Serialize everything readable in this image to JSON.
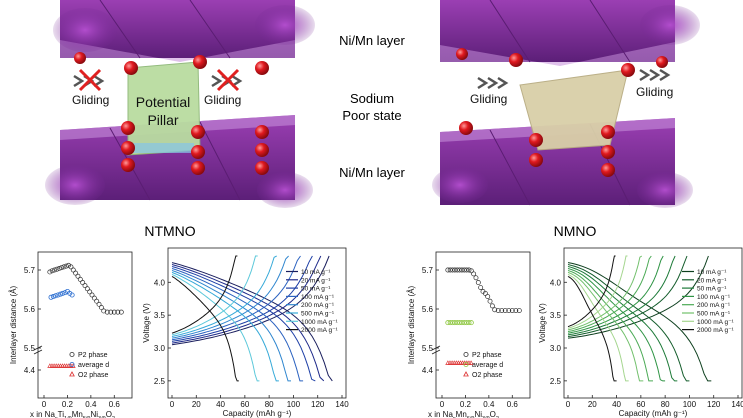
{
  "scene": {
    "layer_top": "Ni/Mn layer",
    "layer_bottom": "Ni/Mn layer",
    "state_line1": "Sodium",
    "state_line2": "Poor state",
    "gliding": "Gliding",
    "pillar_line1": "Potential",
    "pillar_line2": "Pillar",
    "colors": {
      "layer_purple": "#7a2d95",
      "oxygen_red": "#d4141b",
      "pillar_green": "#b9dca0",
      "pillar_tan": "#d9cfa8"
    }
  },
  "panels": [
    {
      "label": "NTMNO",
      "interlayer": {
        "ylabel": "Interlayer distance (Å)",
        "xlabel_parts": [
          "x in Na",
          "x",
          "Ti",
          "1/9",
          "Mn",
          "5/9",
          "Ni",
          "3/9",
          "O",
          "2"
        ],
        "legend": [
          "P2 phase",
          "average d",
          "O2 phase"
        ],
        "yticks": [
          "5.7",
          "5.6",
          "5.5",
          "4.4"
        ],
        "xticks": [
          "0",
          "0.2",
          "0.4",
          "0.6"
        ]
      },
      "voltage": {
        "ylabel": "Voltage (V)",
        "xlabel": "Capacity (mAh g⁻¹)",
        "legend": [
          "10 mA g⁻¹",
          "20 mA g⁻¹",
          "50 mA g⁻¹",
          "100 mA g⁻¹",
          "200 mA g⁻¹",
          "500 mA g⁻¹",
          "1000 mA g⁻¹",
          "2000 mA g⁻¹"
        ],
        "yticks": [
          "2.5",
          "3.0",
          "3.5",
          "4.0"
        ],
        "xticks": [
          "0",
          "20",
          "40",
          "60",
          "80",
          "100",
          "120",
          "140"
        ]
      }
    },
    {
      "label": "NMNO",
      "interlayer": {
        "ylabel": "Interlayer distance (Å)",
        "xlabel_parts": [
          "x in Na",
          "x",
          "",
          "",
          "Mn",
          "6/9",
          "Ni",
          "3/9",
          "O",
          "2"
        ],
        "legend": [
          "P2 phase",
          "average d",
          "O2 phase"
        ],
        "yticks": [
          "5.7",
          "5.6",
          "5.5",
          "4.4"
        ],
        "xticks": [
          "0",
          "0.2",
          "0.4",
          "0.6"
        ]
      },
      "voltage": {
        "ylabel": "Voltage (V)",
        "xlabel": "Capacity (mAh g⁻¹)",
        "legend": [
          "10 mA g⁻¹",
          "20 mA g⁻¹",
          "50 mA g⁻¹",
          "100 mA g⁻¹",
          "200 mA g⁻¹",
          "500 mA g⁻¹",
          "1000 mA g⁻¹",
          "2000 mA g⁻¹"
        ],
        "yticks": [
          "2.5",
          "3.0",
          "3.5",
          "4.0"
        ],
        "xticks": [
          "0",
          "20",
          "40",
          "60",
          "80",
          "100",
          "120",
          "140"
        ]
      }
    }
  ]
}
